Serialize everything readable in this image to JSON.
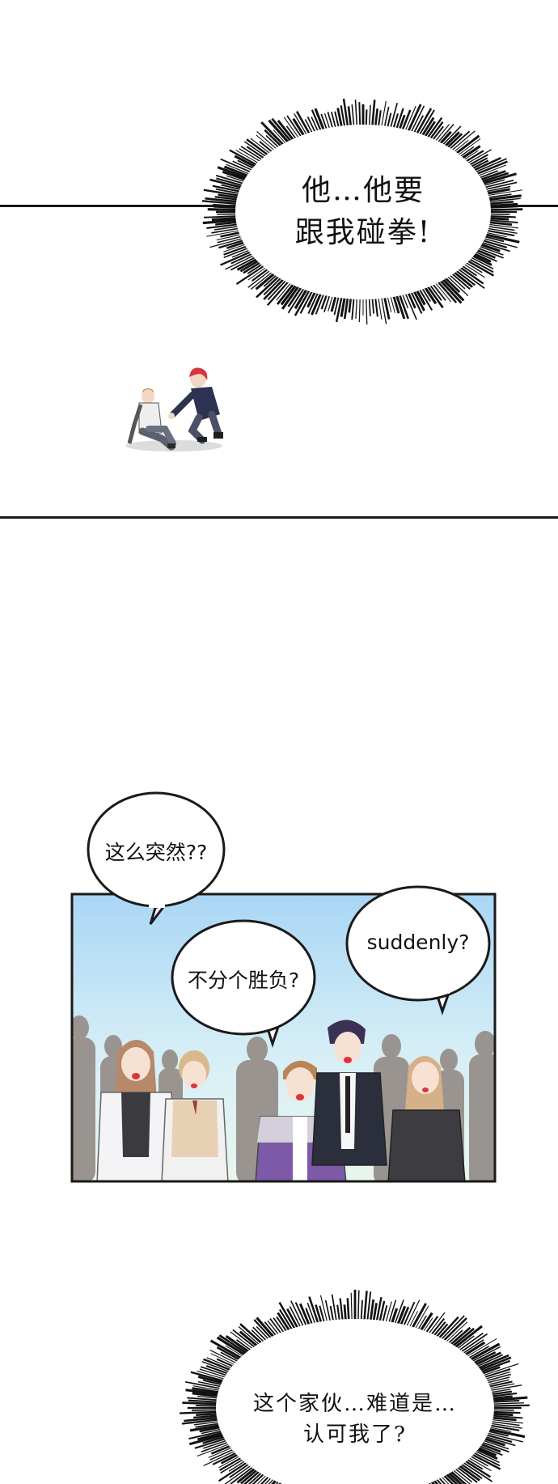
{
  "bubbles": {
    "shout_top": {
      "line1": "他…他要",
      "line2": "跟我碰拳!"
    },
    "left": "这么突然??",
    "middle": "不分个胜负?",
    "right": "suddenly?",
    "shout_bottom": {
      "line1": "这个家伙…难道是…",
      "line2": "认可我了?"
    }
  },
  "panel": {
    "sky_top": "#a9d6f5",
    "sky_bottom": "#e9f6ee",
    "border": "#1a1a1a"
  }
}
